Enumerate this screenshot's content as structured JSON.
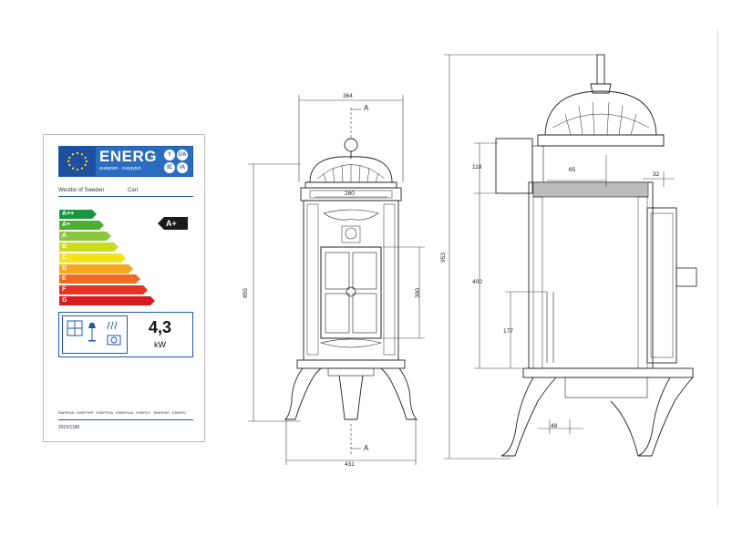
{
  "energy_label": {
    "header": {
      "word": "ENERG",
      "subtitle": "енергия · ενεργεια",
      "badges": [
        "Y",
        "UA",
        "IE",
        "IA"
      ]
    },
    "supplier": "Westbo of Sweden",
    "model": "Carl",
    "classes": [
      {
        "label": "A++",
        "color": "#1a9642"
      },
      {
        "label": "A+",
        "color": "#4caf32"
      },
      {
        "label": "A",
        "color": "#8cc63f"
      },
      {
        "label": "B",
        "color": "#c9dc1e"
      },
      {
        "label": "C",
        "color": "#f5e31a"
      },
      {
        "label": "D",
        "color": "#f5a623"
      },
      {
        "label": "E",
        "color": "#ef6b1f"
      },
      {
        "label": "F",
        "color": "#e63322"
      },
      {
        "label": "G",
        "color": "#d71920"
      }
    ],
    "rating": "A+",
    "power_value": "4,3",
    "power_unit": "kW",
    "footer_text": "ENERGIA · ЕНЕРГИЯ · ΕΝΕΡΓΕΙΑ · ENERGIJA · ENERGY · ENERGIE · ENERGI",
    "regulation": "2015/1186"
  },
  "front_view": {
    "width_top": "364",
    "inner_width": "280",
    "height": "855",
    "door_height": "300",
    "base_width": "431",
    "section_mark_top": "A",
    "section_mark_bottom": "A"
  },
  "side_view": {
    "total_height": "953",
    "top_box": "118",
    "flue_offset": "65",
    "rear_offset": "32",
    "body_height": "400",
    "lower_height": "177",
    "leg_offset": "48"
  }
}
